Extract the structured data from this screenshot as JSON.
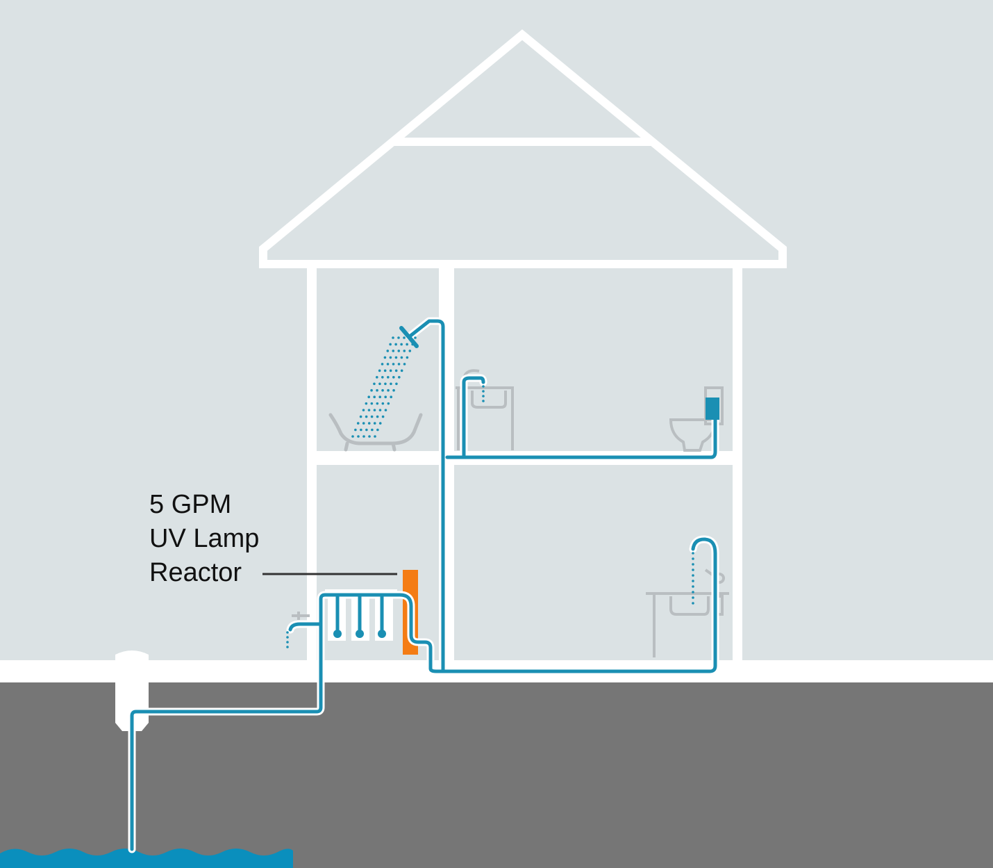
{
  "callout": {
    "line1": "5 GPM",
    "line2": "UV Lamp",
    "line3": "Reactor"
  },
  "colors": {
    "sky": "#dbe2e4",
    "ground": "#767676",
    "house_outline": "#ffffff",
    "pipe": "#1a8fb3",
    "water": "#0a8fbd",
    "uv_reactor": "#f47c14",
    "fixture_gray": "#b9bec1",
    "label_text": "#111111"
  },
  "icons": [
    "shower-head-icon",
    "bathtub-icon",
    "sink-icon",
    "toilet-icon",
    "kitchen-faucet-icon",
    "outdoor-spigot-icon",
    "filter-cartridge-icon",
    "well-cap-icon"
  ]
}
